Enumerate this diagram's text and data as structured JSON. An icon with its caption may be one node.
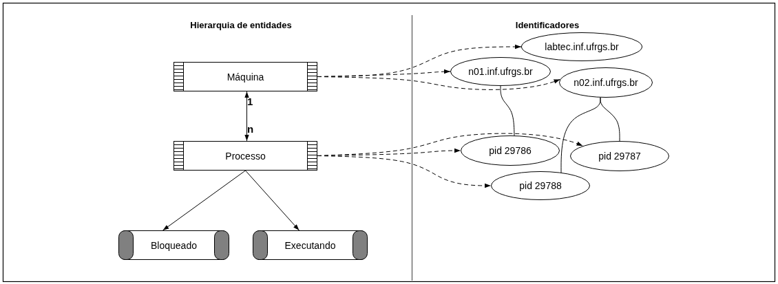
{
  "diagram": {
    "nodes": [
      {
        "text": [
          "Máquina"
        ]
      },
      {
        "text": [
          "Processo"
        ]
      },
      {
        "text": [
          "Bloqueado"
        ]
      },
      {
        "text": [
          "Executando"
        ]
      },
      {
        "text": [
          "labtec.inf.ufrgs.br"
        ]
      },
      {
        "text": [
          "n01.inf.ufrgs.br"
        ]
      },
      {
        "text": [
          "n02.inf.ufrgs.br"
        ]
      },
      {
        "text": [
          "pid 29786"
        ]
      },
      {
        "text": [
          "pid 29787"
        ]
      },
      {
        "text": [
          "pid 29788"
        ]
      }
    ],
    "edges": [
      {
        "from": 0,
        "to": 4,
        "arrow": "to",
        "style": "dashed"
      },
      {
        "from": 0,
        "to": 5,
        "arrow": "to",
        "style": "dashed"
      },
      {
        "from": 0,
        "to": 6,
        "arrow": "to",
        "style": "dashed"
      },
      {
        "from": 1,
        "to": 7,
        "arrow": "to",
        "style": "dashed"
      },
      {
        "from": 1,
        "to": 8,
        "arrow": "to",
        "style": "dashed"
      },
      {
        "from": 1,
        "to": 9,
        "arrow": "to",
        "style": "dashed"
      },
      {
        "from": 5,
        "to": 7,
        "arrow": "none"
      },
      {
        "from": 6,
        "to": 8,
        "arrow": "none"
      },
      {
        "from": 6,
        "to": 9,
        "arrow": "none"
      },
      {
        "from": 0,
        "to": 1,
        "arrow": "both"
      },
      {
        "from": 1,
        "to": 2,
        "arrow": "to"
      },
      {
        "from": 1,
        "to": 3,
        "arrow": "to"
      }
    ],
    "labels": [
      "Hierarquia de entidades",
      "Identificadores",
      "1",
      "n"
    ]
  }
}
